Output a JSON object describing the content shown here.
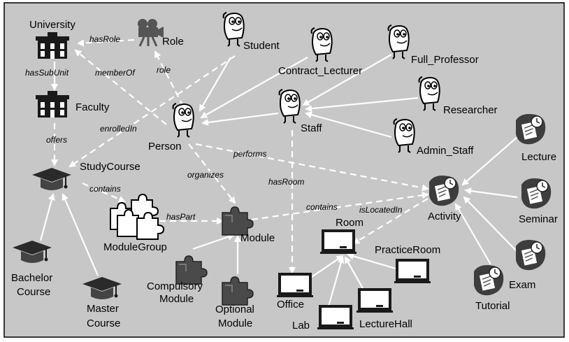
{
  "colors": {
    "background": "#c7c7c7",
    "edge": "#ffffff",
    "icon_dark": "#1a1a1a",
    "icon_mid": "#555555"
  },
  "nodes": {
    "university": "University",
    "role": "Role",
    "student": "Student",
    "contract_lecturer": "Contract_Lecturer",
    "full_professor": "Full_Professor",
    "researcher": "Researcher",
    "staff": "Staff",
    "admin_staff": "Admin_Staff",
    "faculty": "Faculty",
    "person": "Person",
    "study_course": "StudyCourse",
    "module_group": "ModuleGroup",
    "module": "Module",
    "bachelor_course": [
      "Bachelor",
      "Course"
    ],
    "master_course": [
      "Master",
      "Course"
    ],
    "compulsory_module": [
      "Compulsory",
      "Module"
    ],
    "optional_module": [
      "Optional",
      "Module"
    ],
    "room": "Room",
    "practice_room": "PracticeRoom",
    "office": "Office",
    "lab": "Lab",
    "lecture_hall": "LectureHall",
    "activity": "Activity",
    "lecture": "Lecture",
    "seminar": "Seminar",
    "exam": "Exam",
    "tutorial": "Tutorial"
  },
  "edges": {
    "has_role": "hasRole",
    "has_sub_unit": "hasSubUnit",
    "member_of": "memberOf",
    "role": "role",
    "offers": "offers",
    "enrolled_in": "enrolledIn",
    "performs": "performs",
    "organizes": "organizes",
    "contains_course": "contains",
    "has_part": "hasPart",
    "has_room": "hasRoom",
    "contains_activity": "contains",
    "is_located_in": "isLocatedIn"
  },
  "icons": {
    "building": "building-icon",
    "camera": "movie-camera-icon",
    "person": "cartoon-person-icon",
    "cap": "graduation-cap-icon",
    "puzzle": "puzzle-piece-icon",
    "board": "chalkboard-icon",
    "activity": "clipboard-clock-icon"
  }
}
